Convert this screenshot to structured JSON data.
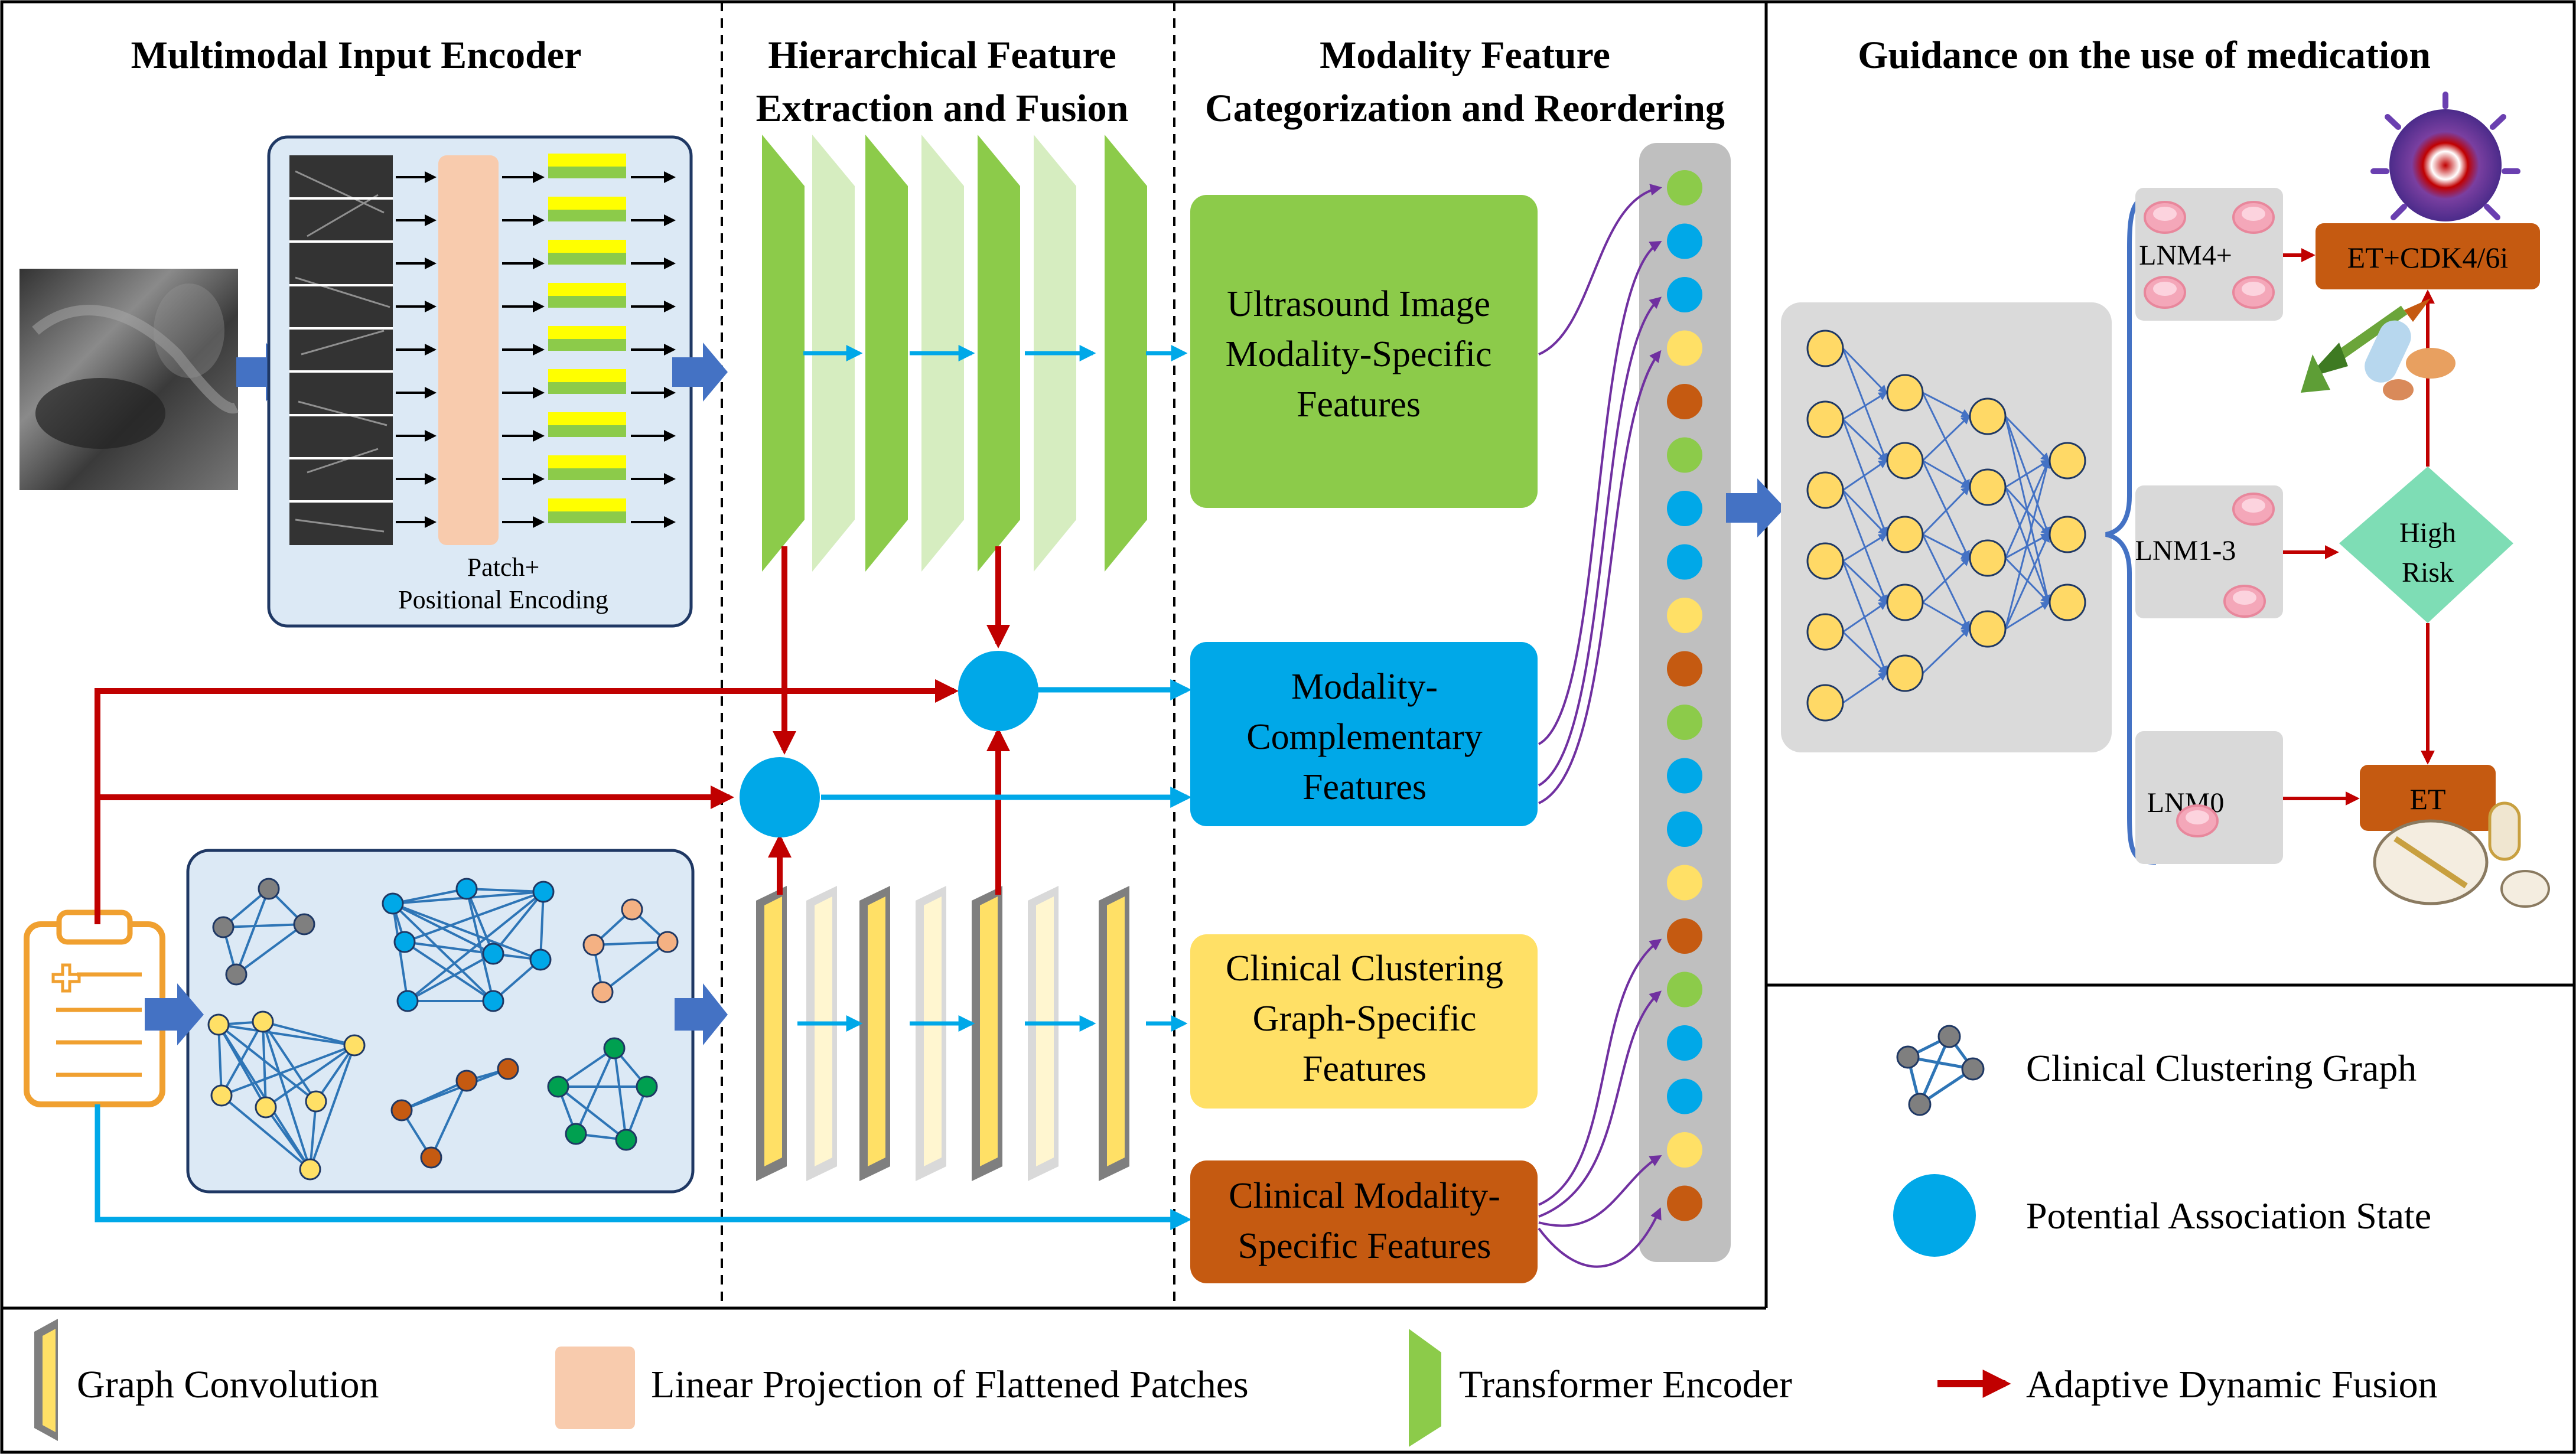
{
  "sections": {
    "encoder_title": "Multimodal Input Encoder",
    "hier_title_1": "Hierarchical Feature",
    "hier_title_2": "Extraction and Fusion",
    "modality_title_1": "Modality Feature",
    "modality_title_2": "Categorization and Reordering",
    "guidance_title": "Guidance on the use of medication"
  },
  "encoder": {
    "patch_label_1": "Patch+",
    "patch_label_2": "Positional Encoding"
  },
  "feature_boxes": {
    "ultrasound": [
      "Ultrasound Image",
      "Modality-Specific",
      "Features"
    ],
    "complementary": [
      "Modality-",
      "Complementary",
      "Features"
    ],
    "graph_specific": [
      "Clinical Clustering",
      "Graph-Specific",
      "Features"
    ],
    "clinical_specific": [
      "Clinical Modality-",
      "Specific Features"
    ]
  },
  "feature_sequence": [
    "green",
    "blue",
    "blue",
    "yellow",
    "orange",
    "green",
    "blue",
    "blue",
    "yellow",
    "orange",
    "green",
    "blue",
    "blue",
    "yellow",
    "orange",
    "green",
    "blue",
    "blue",
    "yellow",
    "orange"
  ],
  "guidance": {
    "lnm4": "LNM4+",
    "lnm13": "LNM1-3",
    "lnm0": "LNM0",
    "high_risk_1": "High",
    "high_risk_2": "Risk",
    "treatment_cdk": "ET+CDK4/6i",
    "treatment_et": "ET"
  },
  "legend_right": {
    "graph": "Clinical Clustering Graph",
    "state": "Potential Association State"
  },
  "legend_bottom": {
    "graph_conv": "Graph Convolution",
    "linear_proj": "Linear Projection of Flattened Patches",
    "transformer": "Transformer Encoder",
    "adaptive": "Adaptive Dynamic Fusion"
  },
  "colors": {
    "green": "#8CCB4A",
    "blue": "#00A8E8",
    "yellow": "#FFE066",
    "orange": "#C55A11",
    "fusion_red": "#C00000",
    "box_blue": "#DCE9F5",
    "gray_panel": "#DADADA"
  },
  "icons": [
    "clipboard-icon",
    "tumor-target-icon",
    "dart-icon",
    "pill-icon"
  ]
}
